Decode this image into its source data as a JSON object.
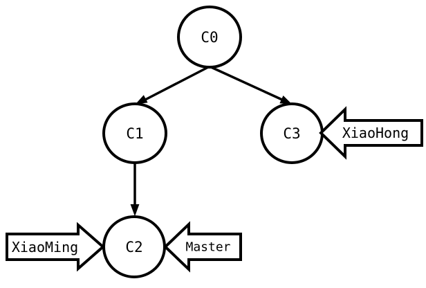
{
  "diagram": {
    "colors": {
      "stroke": "#000000",
      "fill": "#ffffff",
      "background": "#ffffff"
    },
    "nodes": [
      {
        "id": "C0",
        "label": "C0"
      },
      {
        "id": "C1",
        "label": "C1"
      },
      {
        "id": "C2",
        "label": "C2"
      },
      {
        "id": "C3",
        "label": "C3"
      }
    ],
    "edges": [
      {
        "from": "C0",
        "to": "C1"
      },
      {
        "from": "C0",
        "to": "C3"
      },
      {
        "from": "C1",
        "to": "C2"
      }
    ],
    "pointers": [
      {
        "label": "XiaoMing",
        "points_to": "C2",
        "direction": "right"
      },
      {
        "label": "Master",
        "points_to": "C2",
        "direction": "left"
      },
      {
        "label": "XiaoHong",
        "points_to": "C3",
        "direction": "left"
      }
    ]
  }
}
